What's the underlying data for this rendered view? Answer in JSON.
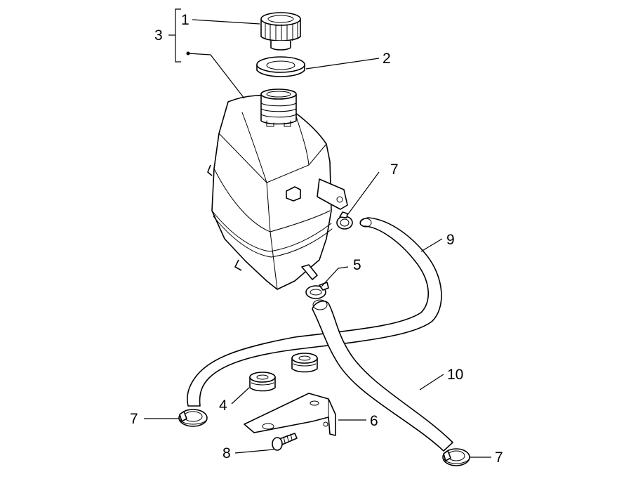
{
  "diagram": {
    "callouts": [
      {
        "id": "c1",
        "label": "1"
      },
      {
        "id": "c2",
        "label": "2"
      },
      {
        "id": "c3",
        "label": "3"
      },
      {
        "id": "c4",
        "label": "4"
      },
      {
        "id": "c5",
        "label": "5"
      },
      {
        "id": "c6",
        "label": "6"
      },
      {
        "id": "c7a",
        "label": "7"
      },
      {
        "id": "c7b",
        "label": "7"
      },
      {
        "id": "c7c",
        "label": "7"
      },
      {
        "id": "c8",
        "label": "8"
      },
      {
        "id": "c9",
        "label": "9"
      },
      {
        "id": "c10",
        "label": "10"
      }
    ]
  }
}
